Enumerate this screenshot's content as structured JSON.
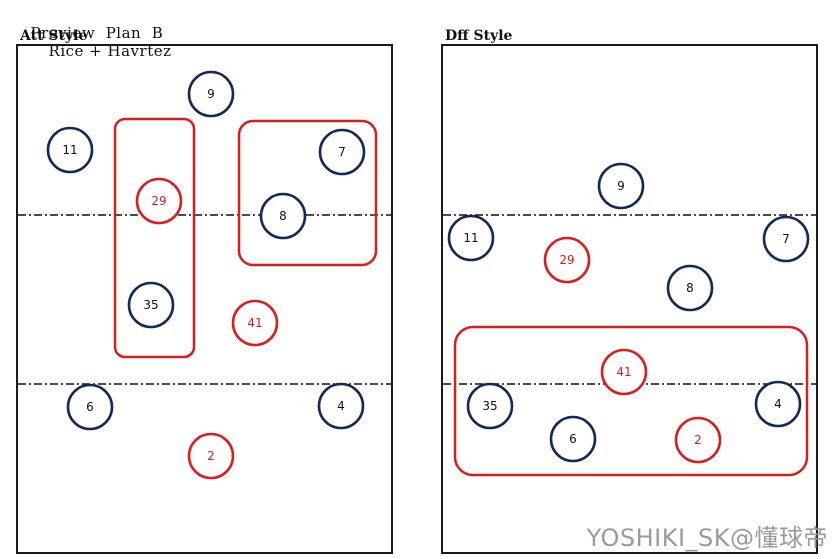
{
  "header": {
    "title": "Preview  Plan  B",
    "subtitle": "Rice + Havrtez"
  },
  "panels": [
    {
      "key": "att",
      "label": "Att  Style",
      "players": [
        {
          "num": "9",
          "color": "navy"
        },
        {
          "num": "11",
          "color": "navy"
        },
        {
          "num": "7",
          "color": "navy"
        },
        {
          "num": "29",
          "color": "red"
        },
        {
          "num": "8",
          "color": "navy"
        },
        {
          "num": "35",
          "color": "navy"
        },
        {
          "num": "41",
          "color": "red"
        },
        {
          "num": "6",
          "color": "navy"
        },
        {
          "num": "4",
          "color": "navy"
        },
        {
          "num": "2",
          "color": "red"
        }
      ]
    },
    {
      "key": "dff",
      "label": "Dff  Style",
      "players": [
        {
          "num": "9",
          "color": "navy"
        },
        {
          "num": "11",
          "color": "navy"
        },
        {
          "num": "7",
          "color": "navy"
        },
        {
          "num": "29",
          "color": "red"
        },
        {
          "num": "8",
          "color": "navy"
        },
        {
          "num": "41",
          "color": "red"
        },
        {
          "num": "35",
          "color": "navy"
        },
        {
          "num": "4",
          "color": "navy"
        },
        {
          "num": "6",
          "color": "navy"
        },
        {
          "num": "2",
          "color": "red"
        }
      ]
    }
  ],
  "colors": {
    "navy": "#14285a",
    "red": "#d81e1e",
    "line": "#111111"
  },
  "watermark": "YOSHIKI_SK@懂球帝"
}
